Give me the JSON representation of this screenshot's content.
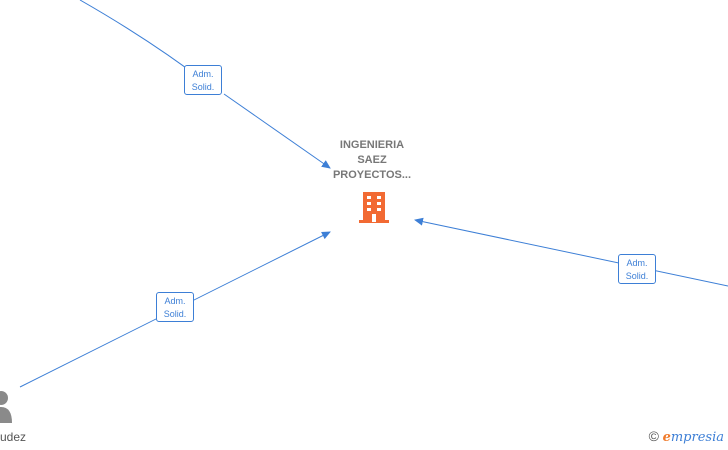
{
  "company": {
    "name_lines": [
      "INGENIERIA",
      "SAEZ",
      "PROYECTOS..."
    ],
    "icon": "building-icon",
    "icon_color": "#f26a33"
  },
  "edges": [
    {
      "label_line1": "Adm.",
      "label_line2": "Solid."
    },
    {
      "label_line1": "Adm.",
      "label_line2": "Solid."
    },
    {
      "label_line1": "Adm.",
      "label_line2": "Solid."
    }
  ],
  "person": {
    "name_fragment": "udez",
    "icon": "person-icon"
  },
  "watermark": {
    "copyright_symbol": "©",
    "brand_first": "e",
    "brand_rest": "mpresia"
  },
  "colors": {
    "edge": "#3d7fd6",
    "company_label": "#777777"
  }
}
